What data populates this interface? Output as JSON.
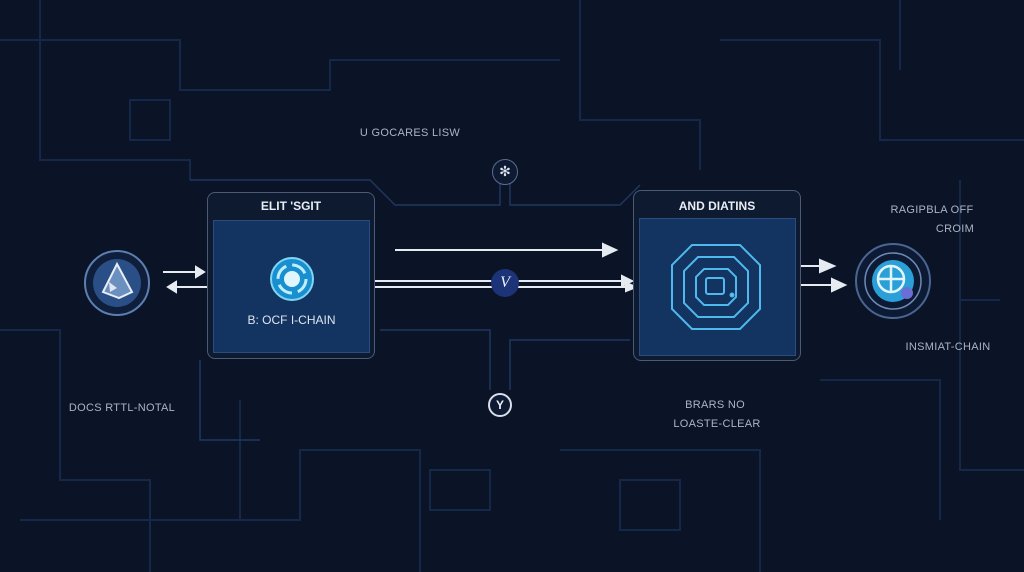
{
  "labels": {
    "top": "U GOCARES LISW",
    "left_bottom": "DOCS RTTL-NOTAL",
    "right_top_1": "RAGIPBLA OFF",
    "right_top_2": "CROIM",
    "right_bottom": "INSMIAT-CHAIN",
    "center_bottom_1": "BRARS NO",
    "center_bottom_2": "LOASTE-CLEAR"
  },
  "boxes": [
    {
      "title": "ELIT 'SGIT",
      "caption": "B: OCF I-CHAIN"
    },
    {
      "title": "AND DIATINS"
    }
  ],
  "badges": {
    "center": "V",
    "bottom": "Y"
  },
  "colors": {
    "background": "#0a1426",
    "panel": "#133360",
    "accent": "#3fb6e6",
    "arrow": "#e6ebf2"
  }
}
